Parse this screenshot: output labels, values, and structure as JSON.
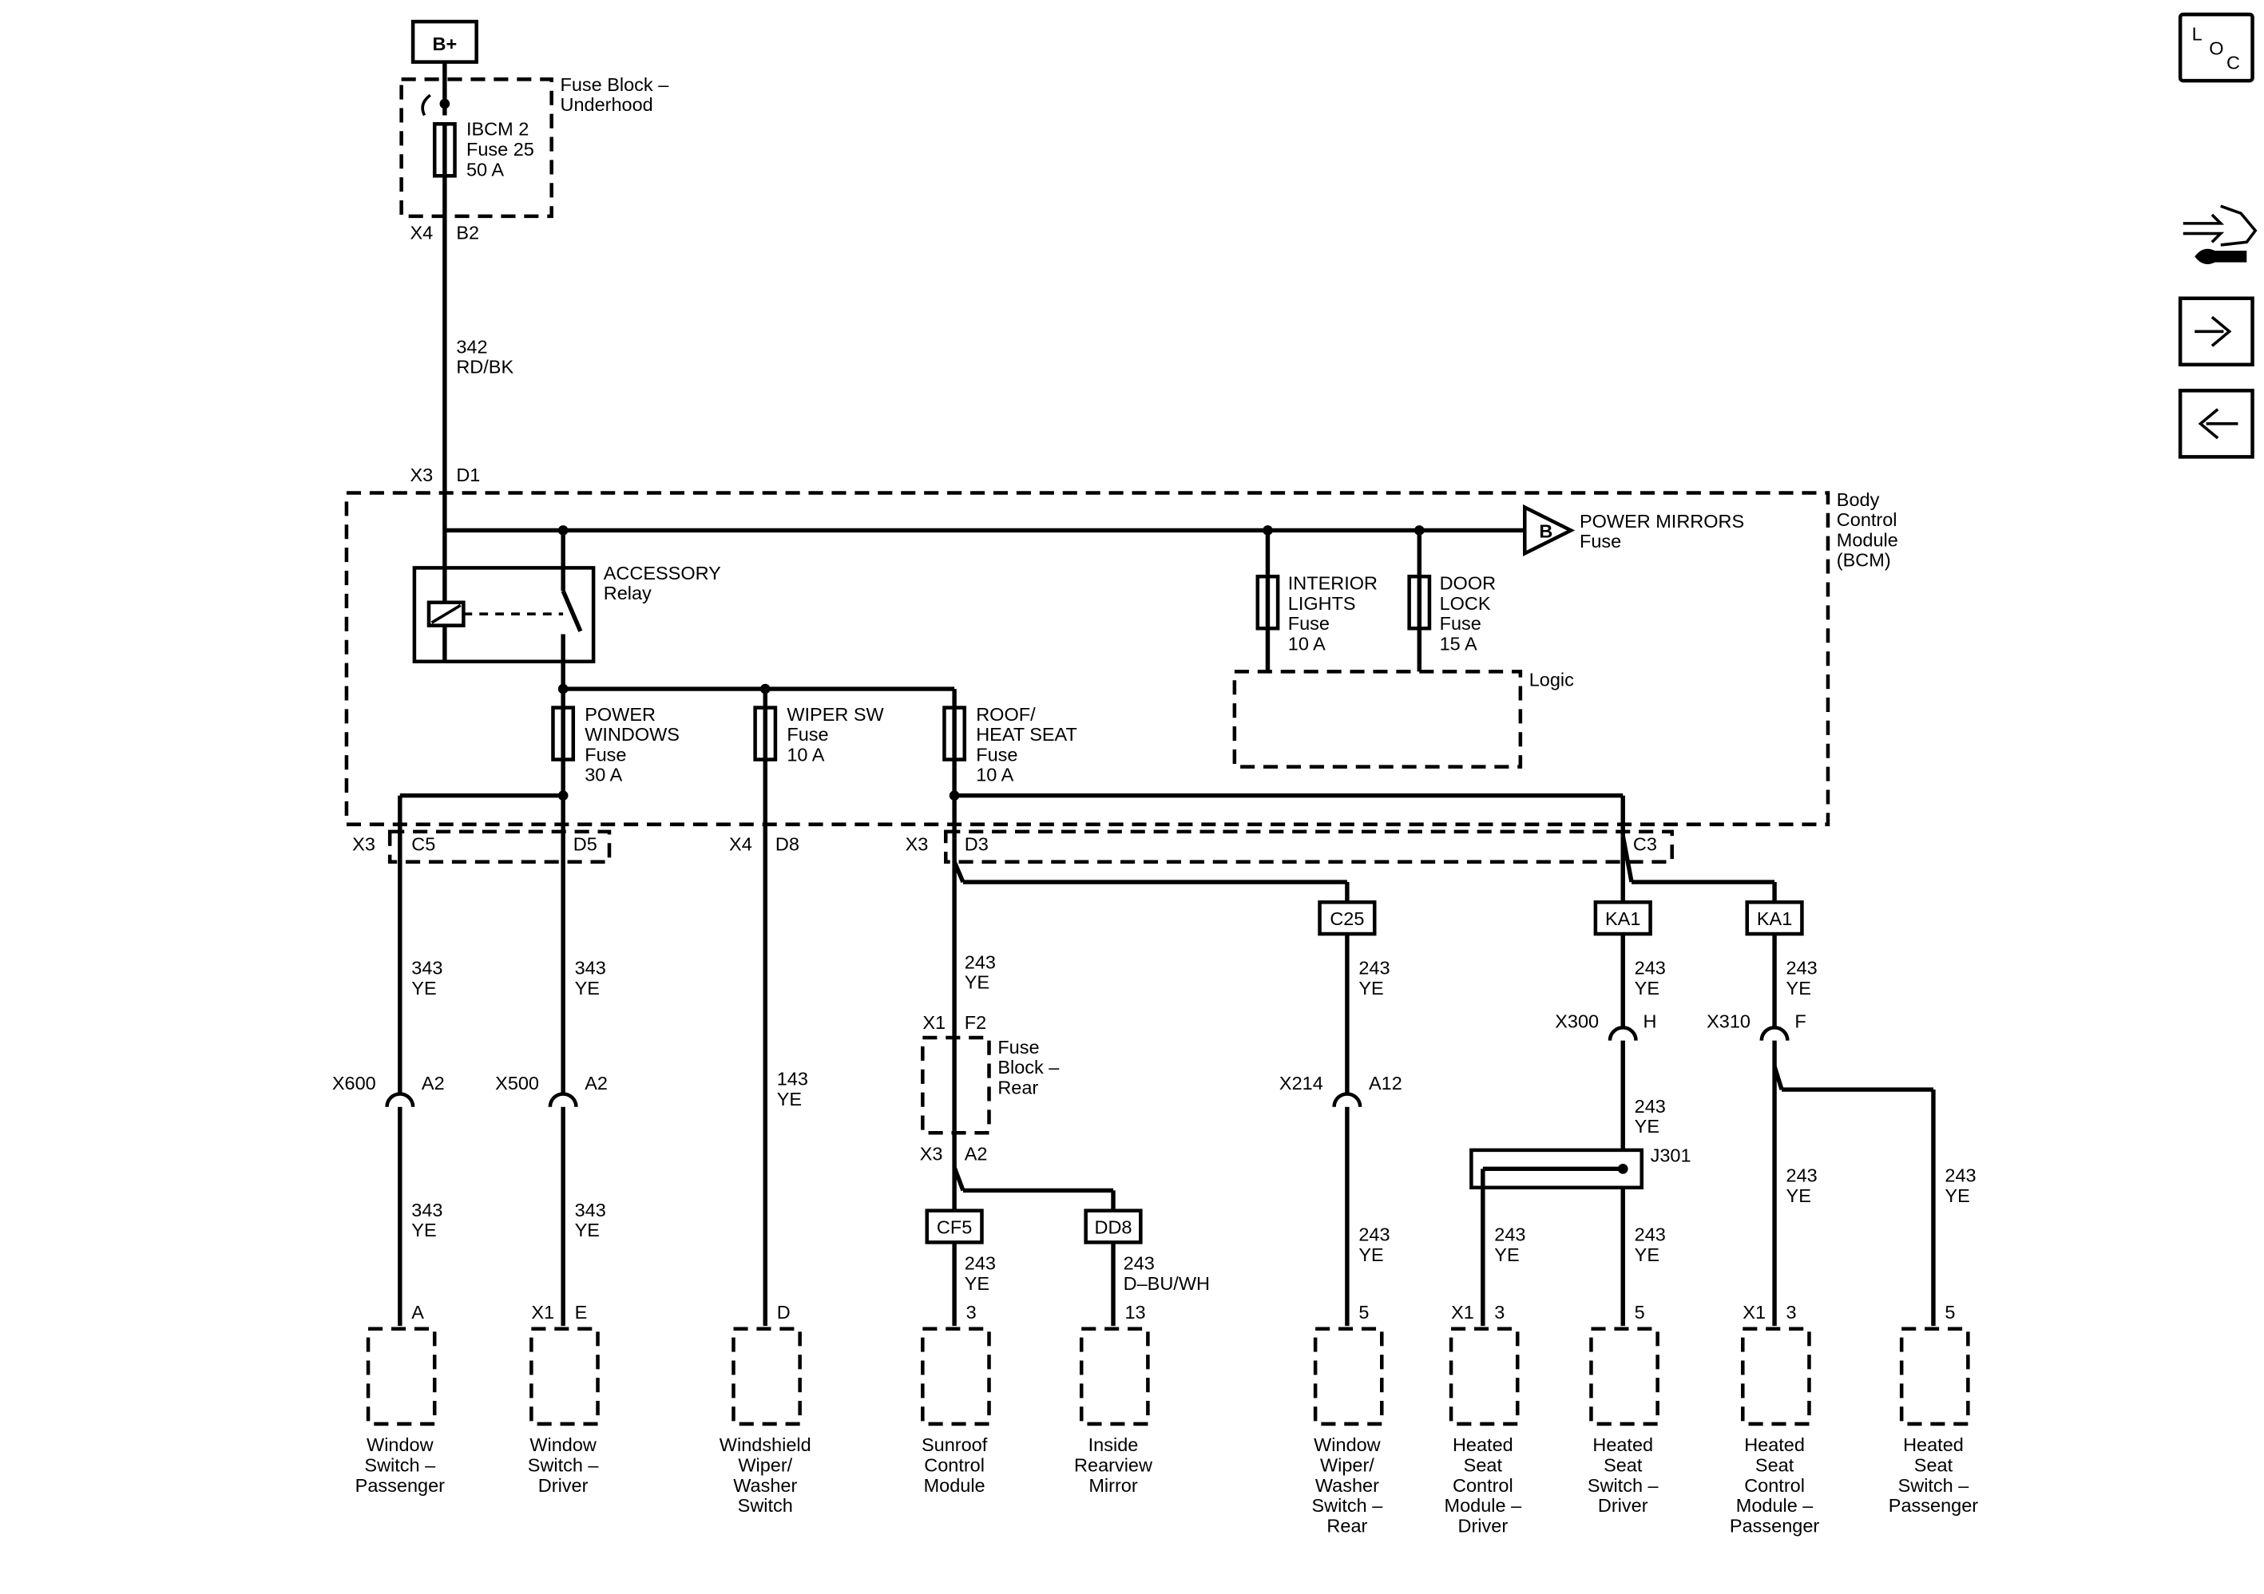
{
  "power": {
    "label": "B+"
  },
  "fuse_block_underhood": {
    "title": [
      "Fuse Block –",
      "Underhood"
    ],
    "fuse": [
      "IBCM 2",
      "Fuse 25",
      "50 A"
    ],
    "conn": "X4",
    "pin": "B2"
  },
  "feed_wire": {
    "circuit": "342",
    "color": "RD/BK"
  },
  "bcm": {
    "title": [
      "Body",
      "Control",
      "Module",
      "(BCM)"
    ],
    "input_conn": "X3",
    "input_pin": "D1",
    "relay": [
      "ACCESSORY",
      "Relay"
    ],
    "power_mirrors": {
      "ref": "B",
      "label": [
        "POWER MIRRORS",
        "Fuse"
      ]
    },
    "interior_lights": [
      "INTERIOR",
      "LIGHTS",
      "Fuse",
      "10 A"
    ],
    "door_lock": [
      "DOOR",
      "LOCK",
      "Fuse",
      "15 A"
    ],
    "logic": "Logic",
    "power_windows": [
      "POWER",
      "WINDOWS",
      "Fuse",
      "30 A"
    ],
    "wiper_sw": [
      "WIPER SW",
      "Fuse",
      "10 A"
    ],
    "roof_heat": [
      "ROOF/",
      "HEAT SEAT",
      "Fuse",
      "10 A"
    ]
  },
  "bcm_pins": {
    "x3_c5": [
      "X3",
      "C5"
    ],
    "d5": "D5",
    "x4_d8": [
      "X4",
      "D8"
    ],
    "x3_d3": [
      "X3",
      "D3"
    ],
    "c3": "C3"
  },
  "splice_labels": {
    "c25": "C25",
    "ka1_a": "KA1",
    "ka1_b": "KA1",
    "cf5": "CF5",
    "dd8": "DD8",
    "j301": "J301"
  },
  "fuse_block_rear": {
    "title": [
      "Fuse",
      "Block –",
      "Rear"
    ],
    "in_conn": "X1",
    "in_pin": "F2",
    "out_conn": "X3",
    "out_pin": "A2"
  },
  "wires": {
    "w343a": [
      "343",
      "YE"
    ],
    "w343b": [
      "343",
      "YE"
    ],
    "w343c": [
      "343",
      "YE"
    ],
    "w343d": [
      "343",
      "YE"
    ],
    "w143": [
      "143",
      "YE"
    ],
    "w243_roof": [
      "243",
      "YE"
    ],
    "w243_c25": [
      "243",
      "YE"
    ],
    "w243_ka1a": [
      "243",
      "YE"
    ],
    "w243_ka1b": [
      "243",
      "YE"
    ],
    "w243_c25b": [
      "243",
      "YE"
    ],
    "w243_x300": [
      "243",
      "YE"
    ],
    "w243_j301l": [
      "243",
      "YE"
    ],
    "w243_j301r": [
      "243",
      "YE"
    ],
    "w243_x310l": [
      "243",
      "YE"
    ],
    "w243_x310r": [
      "243",
      "YE"
    ],
    "w243_cf5": [
      "243",
      "YE"
    ],
    "w243_dd8": [
      "243",
      "D–BU/WH"
    ]
  },
  "inline_conns": {
    "x600": [
      "X600",
      "A2"
    ],
    "x500": [
      "X500",
      "A2"
    ],
    "x214": [
      "X214",
      "A12"
    ],
    "x300": [
      "X300",
      "H"
    ],
    "x310": [
      "X310",
      "F"
    ]
  },
  "components": [
    {
      "pin_conn": "",
      "pin": "A",
      "name": [
        "Window",
        "Switch –",
        "Passenger"
      ]
    },
    {
      "pin_conn": "X1",
      "pin": "E",
      "name": [
        "Window",
        "Switch –",
        "Driver"
      ]
    },
    {
      "pin_conn": "",
      "pin": "D",
      "name": [
        "Windshield",
        "Wiper/",
        "Washer",
        "Switch"
      ]
    },
    {
      "pin_conn": "",
      "pin": "3",
      "name": [
        "Sunroof",
        "Control",
        "Module"
      ]
    },
    {
      "pin_conn": "",
      "pin": "13",
      "name": [
        "Inside",
        "Rearview",
        "Mirror"
      ]
    },
    {
      "pin_conn": "",
      "pin": "5",
      "name": [
        "Window",
        "Wiper/",
        "Washer",
        "Switch –",
        "Rear"
      ]
    },
    {
      "pin_conn": "X1",
      "pin": "3",
      "name": [
        "Heated",
        "Seat",
        "Control",
        "Module –",
        "Driver"
      ]
    },
    {
      "pin_conn": "",
      "pin": "5",
      "name": [
        "Heated",
        "Seat",
        "Switch –",
        "Driver"
      ]
    },
    {
      "pin_conn": "X1",
      "pin": "3",
      "name": [
        "Heated",
        "Seat",
        "Control",
        "Module –",
        "Passenger"
      ]
    },
    {
      "pin_conn": "",
      "pin": "5",
      "name": [
        "Heated",
        "Seat",
        "Switch –",
        "Passenger"
      ]
    }
  ],
  "sidebar": {
    "loc": [
      "L",
      "O",
      "C"
    ],
    "tool_icon": "connector-tools-icon",
    "next_icon": "arrow-right-icon",
    "prev_icon": "arrow-left-icon"
  }
}
